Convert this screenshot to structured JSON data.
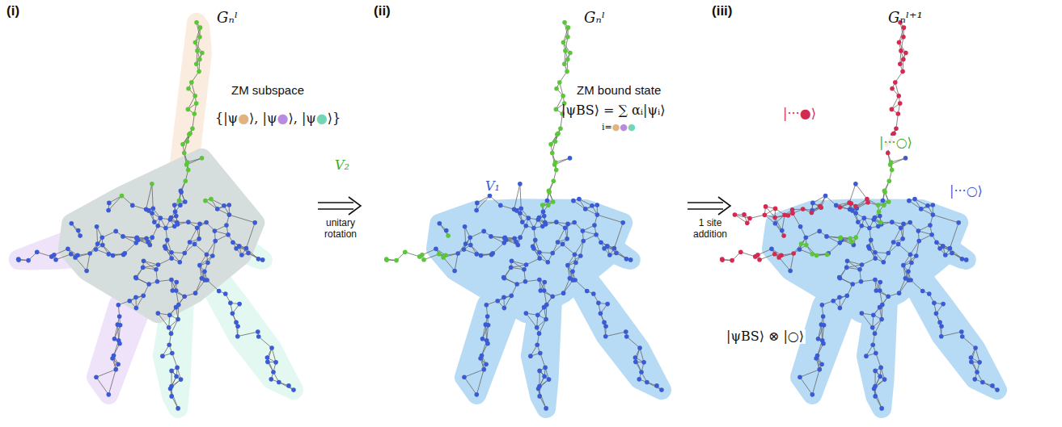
{
  "diagram": {
    "labels": [
      "(i)",
      "Gₙˡ",
      "ZM subspace",
      "{|ψ●⟩, |ψ●⟩, |ψ●⟩}",
      "unitary rotation",
      "(ii)",
      "Gₙˡ",
      "ZM bound state",
      "|ψBS⟩ = ∑ αᵢ|ψᵢ⟩",
      "i=●●●",
      "V₂",
      "V₁",
      "1 site addition",
      "(iii)",
      "Gₙˡ⁺¹",
      "|···●⟩",
      "|···○⟩",
      "|···○⟩",
      "|ψBS⟩ ⊗ |○⟩"
    ]
  }
}
